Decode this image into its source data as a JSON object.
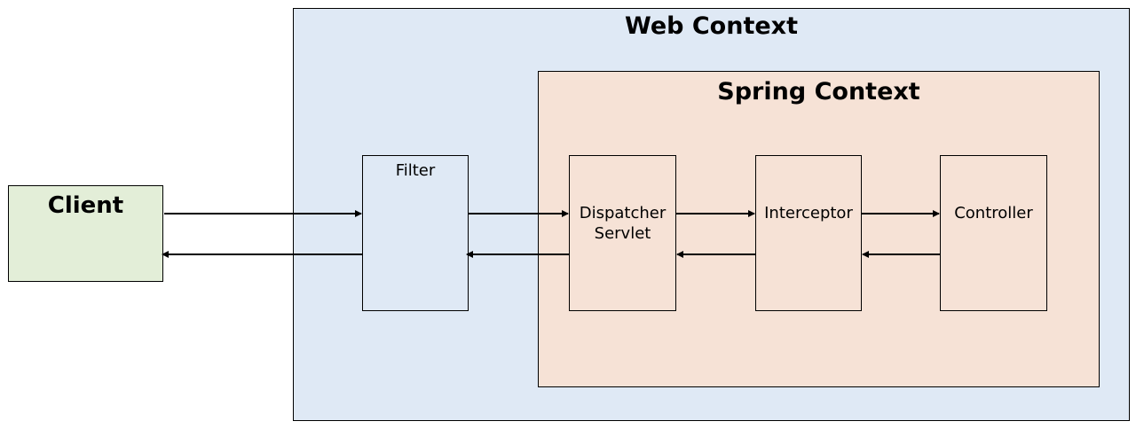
{
  "diagram": {
    "web_context": {
      "title": "Web Context",
      "color": "#dfe9f5"
    },
    "spring_context": {
      "title": "Spring Context",
      "color": "#f6e2d6"
    },
    "nodes": {
      "client": {
        "label": "Client",
        "color": "#e3eed8"
      },
      "filter": {
        "label": "Filter",
        "color": "#dfe9f5"
      },
      "dispatcher": {
        "label": "Dispatcher\nServlet",
        "color": "#f6e2d6"
      },
      "interceptor": {
        "label": "Interceptor",
        "color": "#f6e2d6"
      },
      "controller": {
        "label": "Controller",
        "color": "#f6e2d6"
      }
    },
    "flow_request": [
      "client",
      "filter",
      "dispatcher",
      "interceptor",
      "controller"
    ],
    "flow_response": [
      "controller",
      "interceptor",
      "dispatcher",
      "filter",
      "client"
    ]
  }
}
